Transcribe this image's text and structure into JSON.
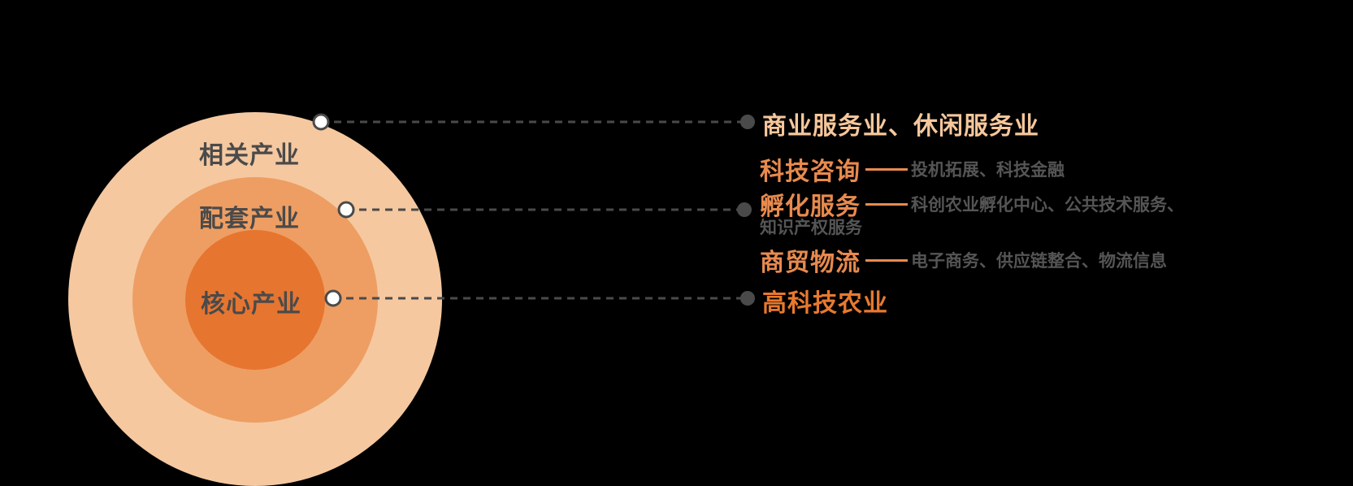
{
  "colors": {
    "background": "#000000",
    "outer_ring": "#f5c8a0",
    "middle_ring": "#ee9e62",
    "core_ring": "#e67530",
    "connector": "#4a4a4a",
    "related_text": "#f6c79c",
    "support_text": "#e88a4e",
    "core_text": "#e8792f",
    "sub_text": "#555555"
  },
  "rings": {
    "outer_label": "相关产业",
    "middle_label": "配套产业",
    "core_label": "核心产业"
  },
  "related": {
    "text": "商业服务业、休闲服务业"
  },
  "support": {
    "items": [
      {
        "title": "科技咨询",
        "desc": "投机拓展、科技金融"
      },
      {
        "title": "孵化服务",
        "desc": "科创农业孵化中心、公共技术服务、",
        "desc_cont": "知识产权服务"
      },
      {
        "title": "商贸物流",
        "desc": "电子商务、供应链整合、物流信息"
      }
    ]
  },
  "core": {
    "text": "高科技农业"
  }
}
